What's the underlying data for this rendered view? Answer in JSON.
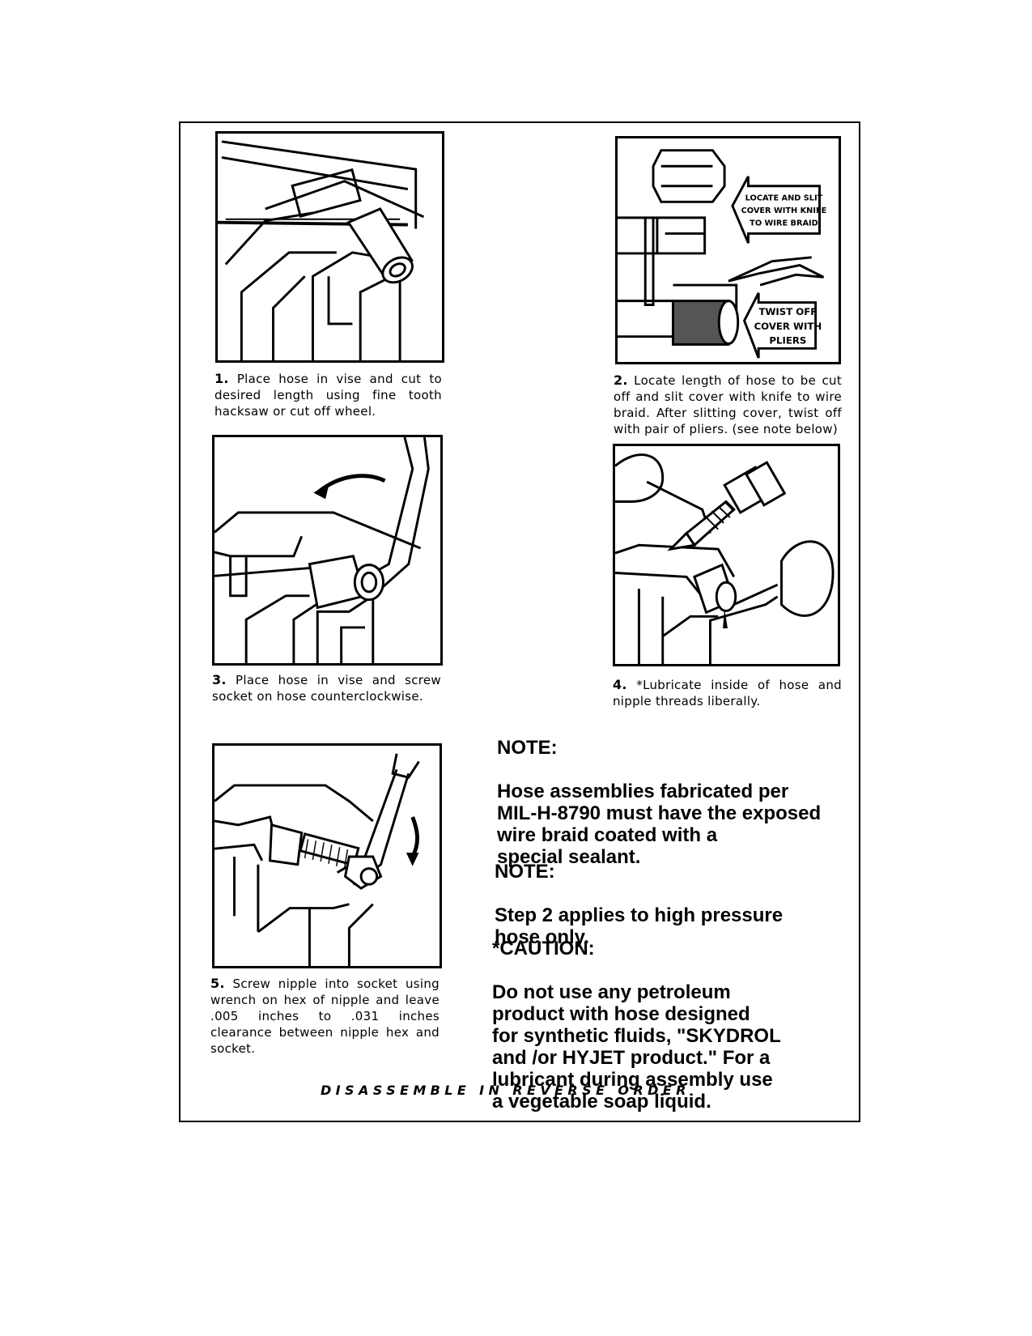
{
  "steps": [
    {
      "num": "1.",
      "text": "Place hose in vise and cut to desired length using fine tooth hacksaw or cut off wheel."
    },
    {
      "num": "2.",
      "text": "Locate length of hose to be cut off and slit cover with knife to wire braid. After slitting cover, twist off with pair of pliers. (see note below)"
    },
    {
      "num": "3.",
      "text": "Place hose in vise and screw socket on hose counterclockwise."
    },
    {
      "num": "4.",
      "text": "*Lubricate inside of hose and nipple threads liberally."
    },
    {
      "num": "5.",
      "text": "Screw nipple into socket using wrench on hex of nipple and leave .005 inches to .031 inches clearance between nipple hex and socket."
    }
  ],
  "callouts": {
    "locate": [
      "LOCATE AND SLIT",
      "COVER WITH KNIFE",
      "TO WIRE BRAID"
    ],
    "twist": [
      "TWIST OFF",
      "COVER WITH",
      "PLIERS"
    ]
  },
  "notes": [
    {
      "heading": "NOTE:",
      "body": "Hose assemblies fabricated per\nMIL-H-8790 must have the exposed\nwire braid coated with a\nspecial sealant."
    },
    {
      "heading": "NOTE:",
      "body": "Step 2 applies to high pressure\nhose only."
    },
    {
      "heading": "*CAUTION:",
      "body": "Do not use any petroleum\nproduct with hose designed\nfor synthetic fluids, \"SKYDROL\nand /or HYJET product.\"  For a\nlubricant during assembly use\na vegetable soap liquid."
    }
  ],
  "footer": "DISASSEMBLE IN REVERSE ORDER"
}
